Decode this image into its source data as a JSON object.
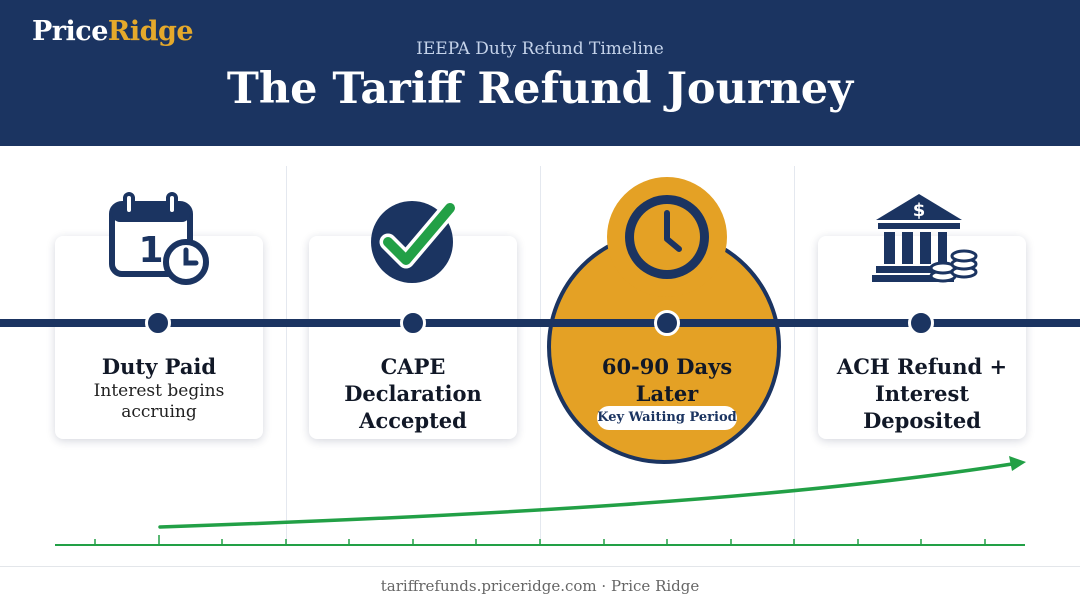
{
  "brand": {
    "part1": "Price",
    "part2": "Ridge"
  },
  "header": {
    "subtitle": "IEEPA Duty Refund Timeline",
    "title": "The Tariff Refund Journey"
  },
  "stages": [
    {
      "title": "Duty Paid",
      "subtitle": "Interest begins accruing",
      "icon": "calendar-clock-icon"
    },
    {
      "title": "CAPE Declaration Accepted",
      "icon": "check-circle-icon"
    },
    {
      "title": "60-90 Days Later",
      "badge": "Key Waiting Period",
      "icon": "clock-icon",
      "highlight": true
    },
    {
      "title": "ACH Refund + Interest Deposited",
      "icon": "bank-coins-icon"
    }
  ],
  "colors": {
    "navy": "#1b3461",
    "gold": "#e4a125",
    "green": "#22a046"
  },
  "footer": {
    "text": "tariffrefunds.priceridge.com · Price Ridge"
  }
}
